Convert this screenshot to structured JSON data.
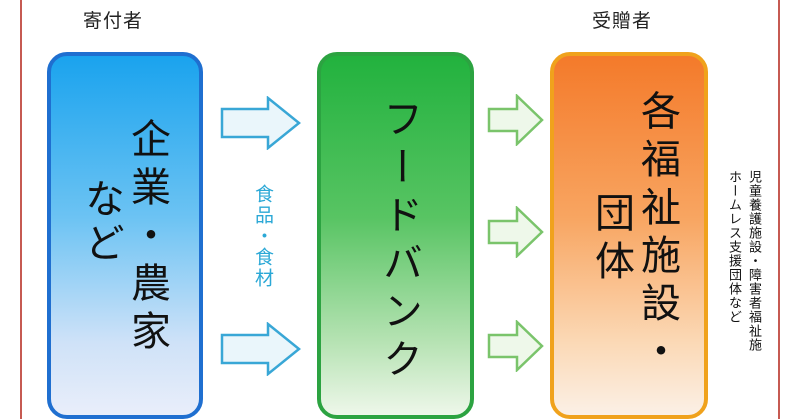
{
  "headers": {
    "donor": "寄付者",
    "recipient": "受贈者"
  },
  "donor_box": {
    "line1": "企業・農家",
    "line2": "など"
  },
  "foodbank_box": {
    "label": "フードバンク"
  },
  "recipient_box": {
    "line1": "各福祉施設・",
    "line2": "団体"
  },
  "flow_label": "食品・食材",
  "recipient_note": {
    "line1": "児童養護施設・障害者福祉施",
    "line2": "ホームレス支援団体など"
  },
  "colors": {
    "donor": "#1f6fd0",
    "foodbank": "#2ca341",
    "recipient": "#f0a21c",
    "arrow_blue": "#39a7d6",
    "arrow_green": "#7ac46b",
    "frame": "#c65a52"
  }
}
